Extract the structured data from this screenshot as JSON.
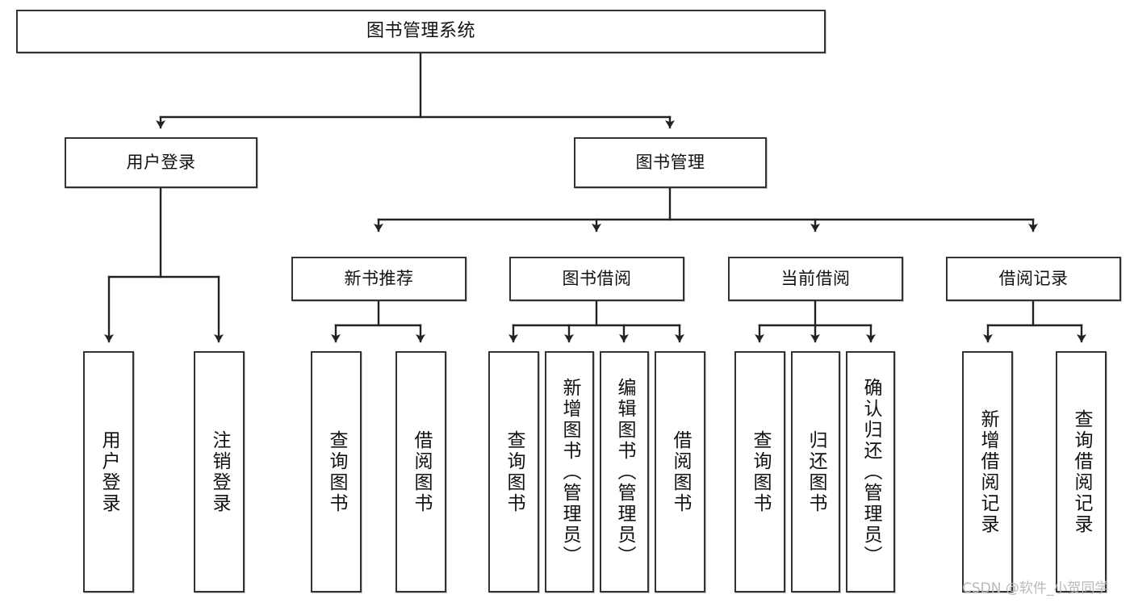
{
  "diagram": {
    "title": "图书管理系统",
    "type": "tree-hierarchy",
    "root": {
      "id": "root",
      "label": "图书管理系统"
    },
    "level2": [
      {
        "id": "user-login",
        "label": "用户登录"
      },
      {
        "id": "book-manage",
        "label": "图书管理"
      }
    ],
    "level3": [
      {
        "id": "new-book-recommend",
        "label": "新书推荐",
        "parent": "book-manage"
      },
      {
        "id": "book-borrow",
        "label": "图书借阅",
        "parent": "book-manage"
      },
      {
        "id": "current-borrow",
        "label": "当前借阅",
        "parent": "book-manage"
      },
      {
        "id": "borrow-record",
        "label": "借阅记录",
        "parent": "book-manage"
      }
    ],
    "leaves": [
      {
        "id": "leaf-user-login",
        "label": "用户登录",
        "parent": "user-login"
      },
      {
        "id": "leaf-logout",
        "label": "注销登录",
        "parent": "user-login"
      },
      {
        "id": "leaf-query-book-1",
        "label": "查询图书",
        "parent": "new-book-recommend"
      },
      {
        "id": "leaf-borrow-book-1",
        "label": "借阅图书",
        "parent": "new-book-recommend"
      },
      {
        "id": "leaf-query-book-2",
        "label": "查询图书",
        "parent": "book-borrow"
      },
      {
        "id": "leaf-add-book",
        "label": "新增图书（管理员）",
        "parent": "book-borrow"
      },
      {
        "id": "leaf-edit-book",
        "label": "编辑图书（管理员）",
        "parent": "book-borrow"
      },
      {
        "id": "leaf-borrow-book-2",
        "label": "借阅图书",
        "parent": "book-borrow"
      },
      {
        "id": "leaf-query-book-3",
        "label": "查询图书",
        "parent": "current-borrow"
      },
      {
        "id": "leaf-return-book",
        "label": "归还图书",
        "parent": "current-borrow"
      },
      {
        "id": "leaf-confirm-return",
        "label": "确认归还（管理员）",
        "parent": "current-borrow"
      },
      {
        "id": "leaf-add-record",
        "label": "新增借阅记录",
        "parent": "borrow-record"
      },
      {
        "id": "leaf-query-record",
        "label": "查询借阅记录",
        "parent": "borrow-record"
      }
    ],
    "colors": {
      "node_border": "#333333",
      "node_fill": "#ffffff",
      "edge": "#222222",
      "text": "#111111",
      "watermark": "#b9b9b9",
      "background": "#ffffff"
    }
  },
  "watermark": {
    "text": "CSDN @软件_小贺同学"
  }
}
